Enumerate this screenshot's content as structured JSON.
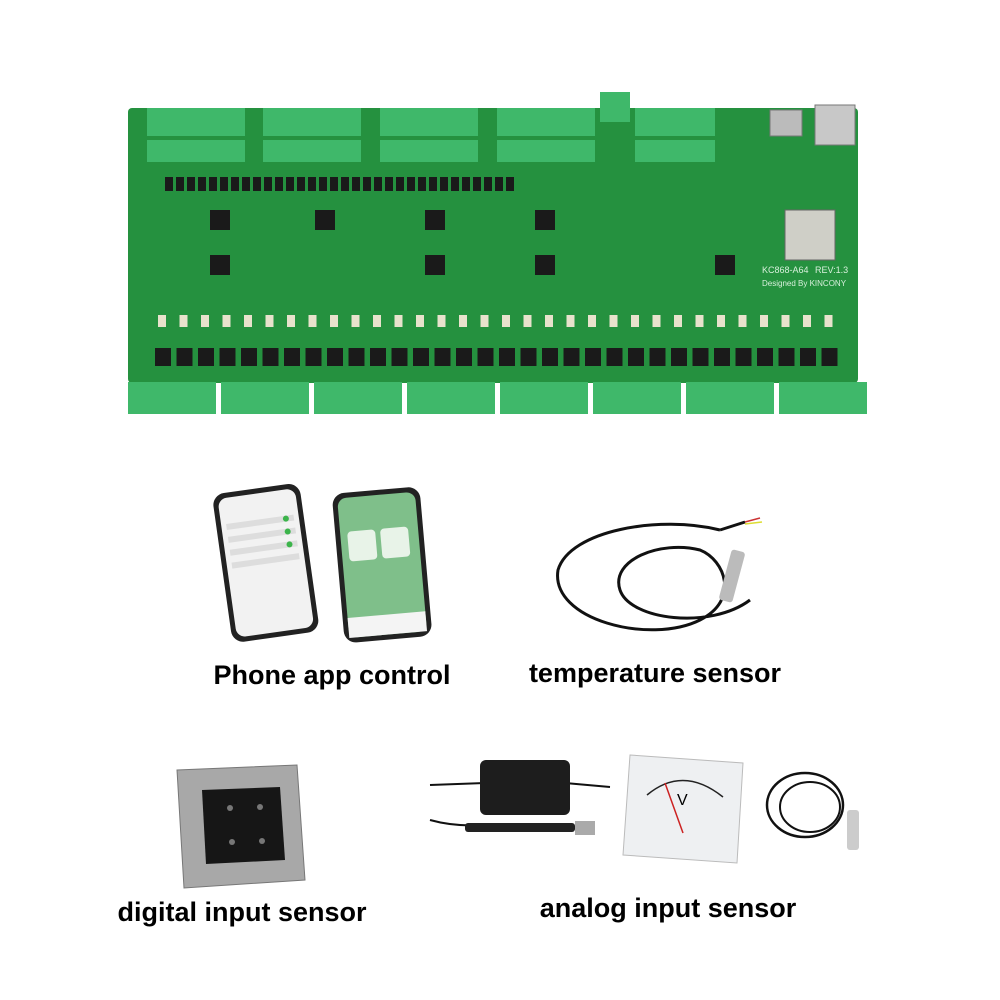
{
  "board": {
    "model": "KC868-A64",
    "revision": "REV:1.3",
    "designer": "Designed By KINCONY",
    "pcb_color": "#25913f",
    "terminal_color": "#3fb86a"
  },
  "captions": {
    "phone": "Phone app control",
    "temperature": "temperature sensor",
    "digital": "digital input sensor",
    "analog": "analog input sensor"
  },
  "meter": {
    "unit": "V"
  }
}
